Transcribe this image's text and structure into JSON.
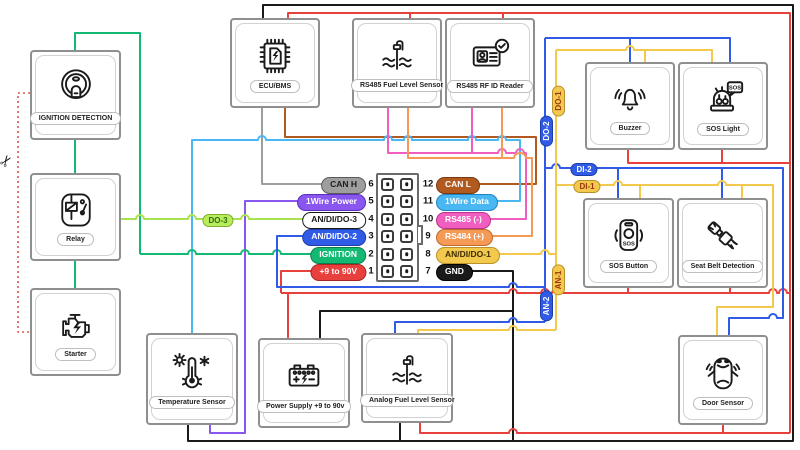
{
  "connector": {
    "left_pins": [
      {
        "number": "6",
        "label": "CAN H",
        "style": "background:#9e9e9e;color:#1d1d1f;border-color:#5a5a5a"
      },
      {
        "number": "5",
        "label": "1Wire Power",
        "style": "background:#8a56f0;color:#ffffff;border-color:#5b2fc0"
      },
      {
        "number": "4",
        "label": "AN/DI/DO-3",
        "style": "background:#ffffff;color:#1a1a1a;border-color:#1a1a1a"
      },
      {
        "number": "3",
        "label": "AN/DI/DO-2",
        "style": "background:#2f5be7;color:#ffffff;border-color:#1c3da8"
      },
      {
        "number": "2",
        "label": "IGNITION",
        "style": "background:#13b873;color:#ffffff;border-color:#0b7d4d"
      },
      {
        "number": "1",
        "label": "+9 to 90V",
        "style": "background:#e8413d;color:#ffffff;border-color:#a32724"
      }
    ],
    "right_pins": [
      {
        "number": "12",
        "label": "CAN L",
        "style": "background:#b05a20;color:#ffffff;border-color:#7a3a10"
      },
      {
        "number": "11",
        "label": "1Wire Data",
        "style": "background:#49b7f2;color:#ffffff;border-color:#1f84bd"
      },
      {
        "number": "10",
        "label": "RS485 (-)",
        "style": "background:#f05fc0;color:#ffffff;border-color:#b93390"
      },
      {
        "number": "9",
        "label": "RS484 (+)",
        "style": "background:#f59a56;color:#ffffff;border-color:#c06a28"
      },
      {
        "number": "8",
        "label": "AN/DI/DO-1",
        "style": "background:#f2c94c;color:#3f2d00;border-color:#b8912a"
      },
      {
        "number": "7",
        "label": "GND",
        "style": "background:#1a1a1a;color:#ffffff;border-color:#000000"
      }
    ]
  },
  "devices": [
    {
      "id": "ignition-detection",
      "label": "IGNITION DETECTION"
    },
    {
      "id": "relay",
      "label": "Relay"
    },
    {
      "id": "starter",
      "label": "Starter"
    },
    {
      "id": "ecu-bms",
      "label": "ECU/BMS"
    },
    {
      "id": "rs485-fuel-level-sensor",
      "label": "RS485 Fuel Level Sensor"
    },
    {
      "id": "rs485-rfid-reader",
      "label": "RS485 RF ID Reader"
    },
    {
      "id": "buzzer",
      "label": "Buzzer"
    },
    {
      "id": "sos-light",
      "label": "SOS Light"
    },
    {
      "id": "sos-button",
      "label": "SOS Button"
    },
    {
      "id": "seat-belt-detection",
      "label": "Seat Belt Detection"
    },
    {
      "id": "temperature-sensor",
      "label": "Temperature Sensor"
    },
    {
      "id": "power-supply",
      "label": "Power Supply +9 to 90v"
    },
    {
      "id": "analog-fuel-level-sensor",
      "label": "Analog Fuel Level Sensor"
    },
    {
      "id": "door-sensor",
      "label": "Door Sensor"
    }
  ],
  "wire_labels": [
    {
      "id": "DO-3",
      "label": "DO-3",
      "style": "background:#b9ec5b;color:#2f6b12;border-color:#7fae2f"
    },
    {
      "id": "DO-1",
      "label": "DO-1",
      "style": "background:#f2c94c;color:#9a3412;border-color:#b8912a"
    },
    {
      "id": "DO-2",
      "label": "DO-2",
      "style": "background:#2f5be7;color:#ffffff;border-color:#1c3da8"
    },
    {
      "id": "DI-2",
      "label": "DI-2",
      "style": "background:#2f5be7;color:#ffffff;border-color:#1c3da8"
    },
    {
      "id": "DI-1",
      "label": "DI-1",
      "style": "background:#f2c94c;color:#9a3412;border-color:#b8912a"
    },
    {
      "id": "AN-1",
      "label": "AN-1",
      "style": "background:#f2c94c;color:#9a3412;border-color:#b8912a"
    },
    {
      "id": "AN-2",
      "label": "AN-2",
      "style": "background:#2f5be7;color:#ffffff;border-color:#1c3da8"
    }
  ],
  "icons": {
    "scissors_glyph": "✂",
    "sos_text": "SOS"
  },
  "wire_colors": {
    "power_positive": "#e8413d",
    "ground": "#1a1a1a",
    "can_h": "#9e9e9e",
    "can_l": "#b05a20",
    "one_wire_power": "#8a56f0",
    "one_wire_data": "#49b7f2",
    "rs485_minus": "#f05fc0",
    "rs485_plus": "#f59a56",
    "an_di_do_1": "#f2c94c",
    "an_di_do_2": "#2f5be7",
    "an_di_do_3": "#a8e34f",
    "ignition": "#13b873",
    "cut_line": "#e05252"
  }
}
